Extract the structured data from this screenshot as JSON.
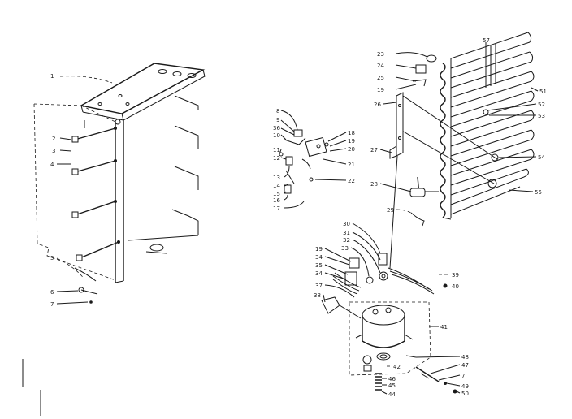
{
  "diagram": {
    "callouts": [
      {
        "id": "c1",
        "text": "1"
      },
      {
        "id": "c2",
        "text": "2"
      },
      {
        "id": "c3",
        "text": "3"
      },
      {
        "id": "c4",
        "text": "4"
      },
      {
        "id": "c5",
        "text": "5"
      },
      {
        "id": "c6",
        "text": "6"
      },
      {
        "id": "c7a",
        "text": "7"
      },
      {
        "id": "c8",
        "text": "8"
      },
      {
        "id": "c9",
        "text": "9"
      },
      {
        "id": "c36a",
        "text": "36"
      },
      {
        "id": "c10",
        "text": "10"
      },
      {
        "id": "c11",
        "text": "11"
      },
      {
        "id": "c12",
        "text": "12"
      },
      {
        "id": "c13",
        "text": "13"
      },
      {
        "id": "c14",
        "text": "14"
      },
      {
        "id": "c15",
        "text": "15"
      },
      {
        "id": "c16",
        "text": "16"
      },
      {
        "id": "c17",
        "text": "17"
      },
      {
        "id": "c18",
        "text": "18"
      },
      {
        "id": "c19a",
        "text": "19"
      },
      {
        "id": "c20",
        "text": "20"
      },
      {
        "id": "c21",
        "text": "21"
      },
      {
        "id": "c22",
        "text": "22"
      },
      {
        "id": "c23",
        "text": "23"
      },
      {
        "id": "c24",
        "text": "24"
      },
      {
        "id": "c25",
        "text": "25"
      },
      {
        "id": "c19b",
        "text": "19"
      },
      {
        "id": "c26",
        "text": "26"
      },
      {
        "id": "c27",
        "text": "27"
      },
      {
        "id": "c28",
        "text": "28"
      },
      {
        "id": "c29",
        "text": "29"
      },
      {
        "id": "c57",
        "text": "57"
      },
      {
        "id": "c51",
        "text": "51"
      },
      {
        "id": "c52",
        "text": "52"
      },
      {
        "id": "c53",
        "text": "53"
      },
      {
        "id": "c54",
        "text": "54"
      },
      {
        "id": "c55",
        "text": "55"
      },
      {
        "id": "c30",
        "text": "30"
      },
      {
        "id": "c31",
        "text": "31"
      },
      {
        "id": "c32",
        "text": "32"
      },
      {
        "id": "c33",
        "text": "33"
      },
      {
        "id": "c19c",
        "text": "19"
      },
      {
        "id": "c34a",
        "text": "34"
      },
      {
        "id": "c35",
        "text": "35"
      },
      {
        "id": "c34b",
        "text": "34"
      },
      {
        "id": "c39",
        "text": "39"
      },
      {
        "id": "c40",
        "text": "40"
      },
      {
        "id": "c37",
        "text": "37"
      },
      {
        "id": "c38",
        "text": "38"
      },
      {
        "id": "c41",
        "text": "41"
      },
      {
        "id": "c48",
        "text": "48"
      },
      {
        "id": "c47",
        "text": "47"
      },
      {
        "id": "c42",
        "text": "42"
      },
      {
        "id": "c7b",
        "text": "7"
      },
      {
        "id": "c46",
        "text": "46"
      },
      {
        "id": "c49",
        "text": "49"
      },
      {
        "id": "c45",
        "text": "45"
      },
      {
        "id": "c50",
        "text": "50"
      },
      {
        "id": "c44",
        "text": "44"
      }
    ]
  }
}
